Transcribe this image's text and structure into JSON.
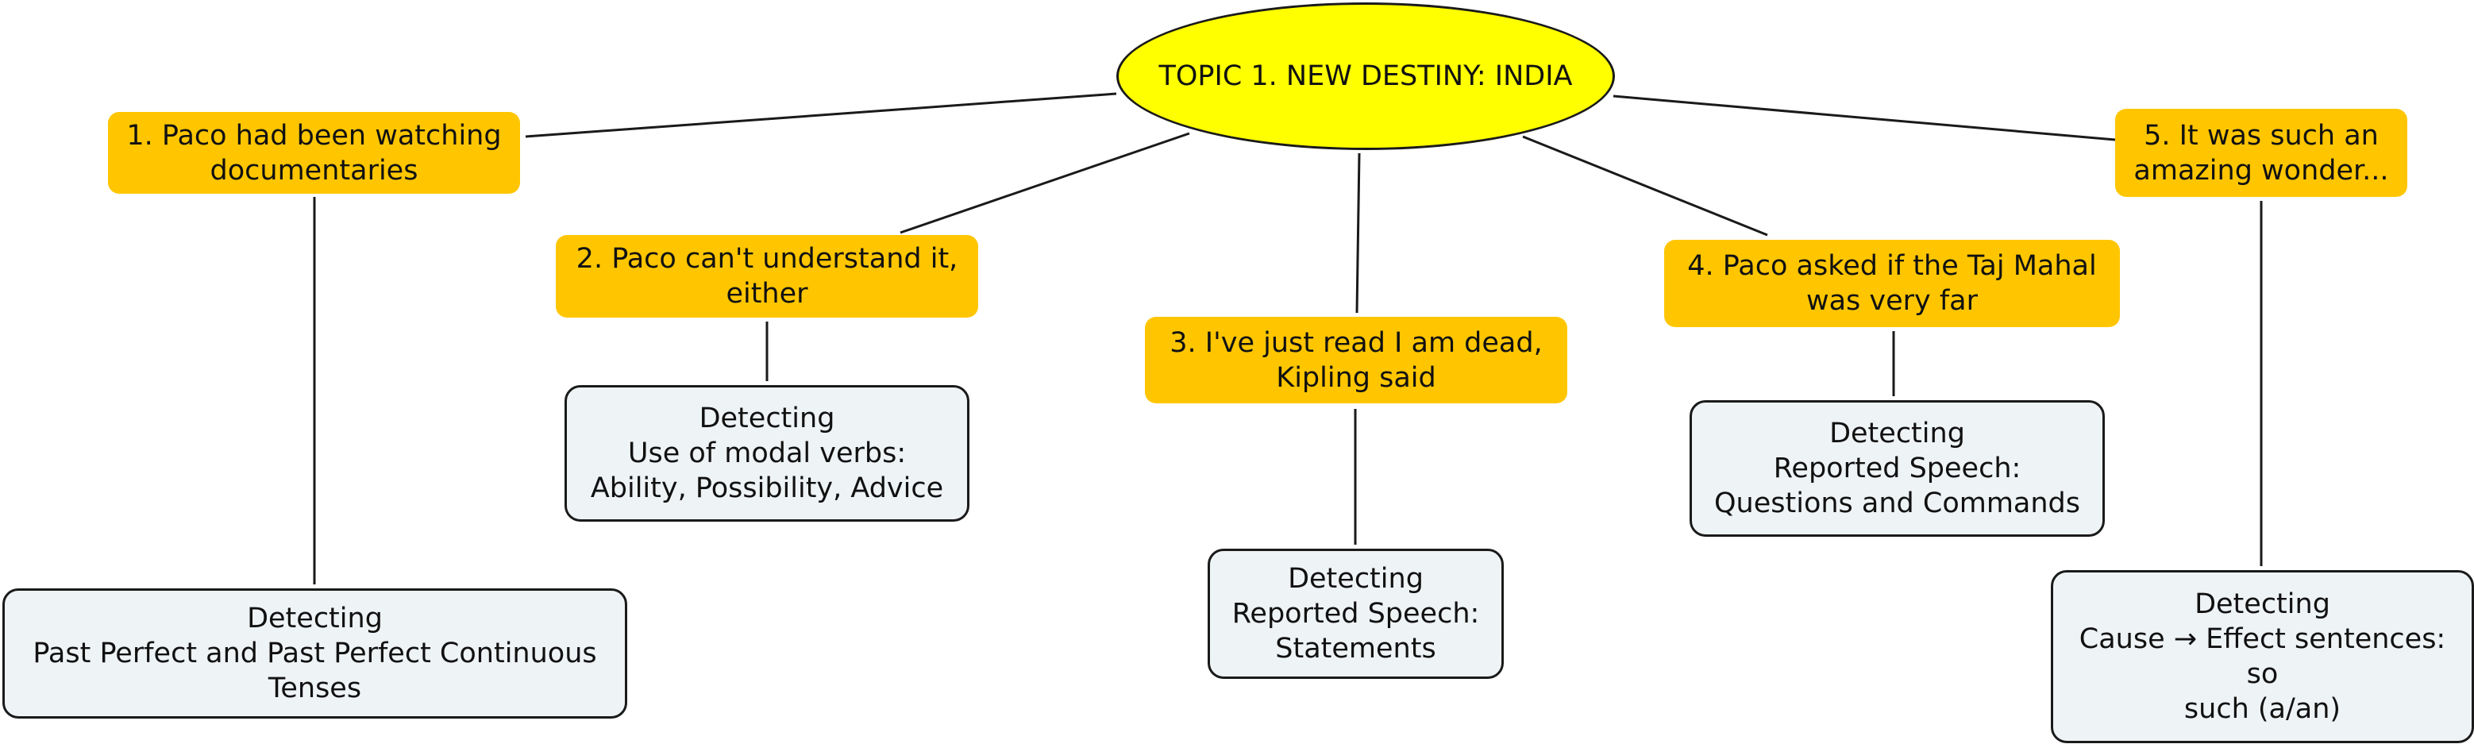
{
  "root": {
    "label": "TOPIC 1. NEW DESTINY: INDIA"
  },
  "topics": [
    {
      "label_lines": [
        "1. Paco had been watching",
        "documentaries"
      ],
      "detail_lines": [
        "Detecting",
        "Past Perfect and Past Perfect Continuous",
        "Tenses"
      ]
    },
    {
      "label_lines": [
        "2. Paco can't understand it,",
        "either"
      ],
      "detail_lines": [
        "Detecting",
        "Use of modal verbs:",
        "Ability, Possibility, Advice"
      ]
    },
    {
      "label_lines": [
        "3. I've just read I am dead,",
        "Kipling said"
      ],
      "detail_lines": [
        "Detecting",
        "Reported Speech:",
        "Statements"
      ]
    },
    {
      "label_lines": [
        "4. Paco asked if the Taj Mahal",
        "was very far"
      ],
      "detail_lines": [
        "Detecting",
        "Reported Speech:",
        "Questions and Commands"
      ]
    },
    {
      "label_lines": [
        "5. It was such an",
        "amazing wonder..."
      ],
      "detail_lines": [
        "Detecting",
        "Cause → Effect sentences:",
        "so",
        "such (a/an)"
      ]
    }
  ]
}
